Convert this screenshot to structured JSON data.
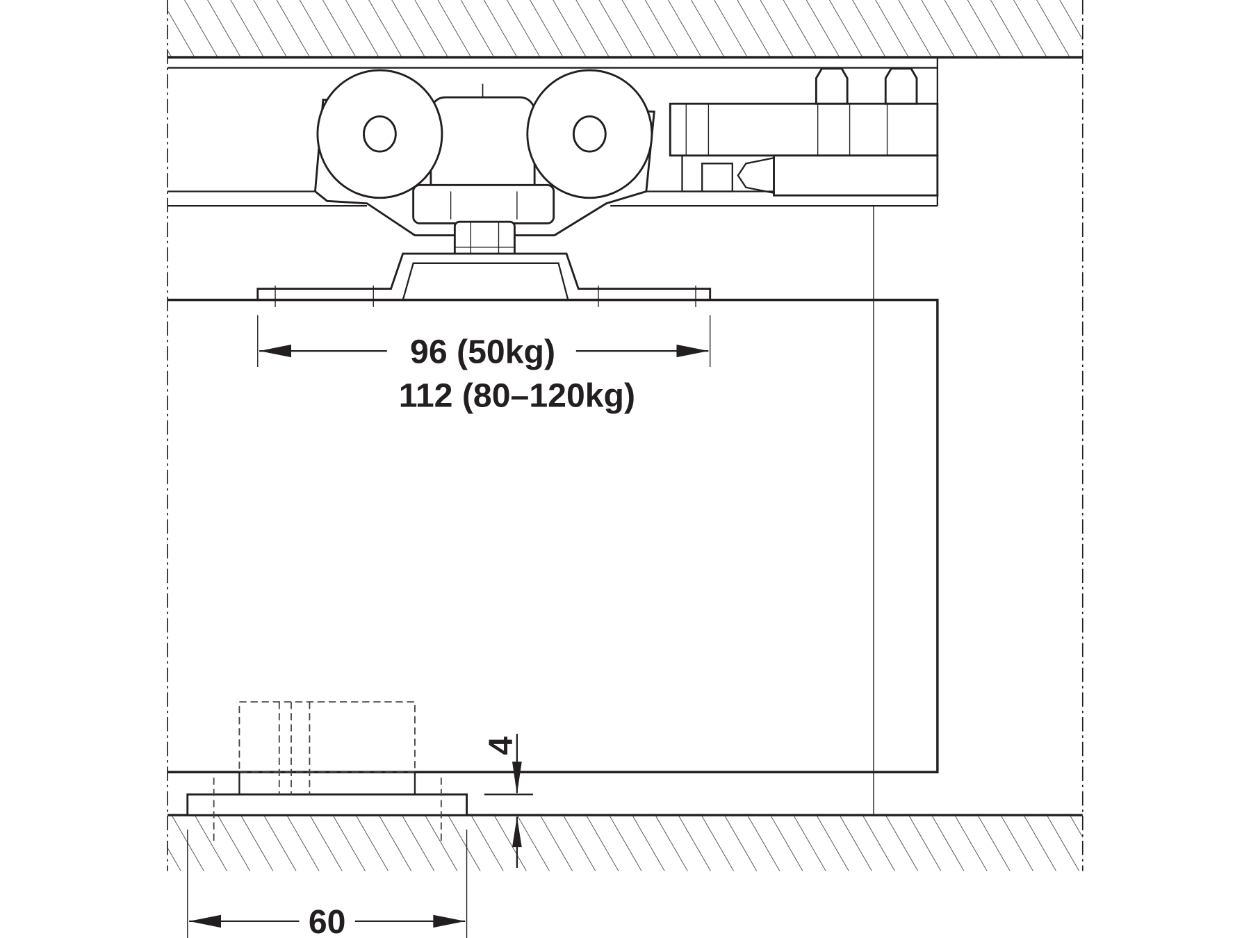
{
  "dimensions": {
    "roller_spacing_line1": "96 (50kg)",
    "roller_spacing_line2": "112 (80–120kg)",
    "floor_guide_width": "60",
    "floor_clearance": "4"
  },
  "colors": {
    "line": "#231f20",
    "background": "#ffffff"
  }
}
